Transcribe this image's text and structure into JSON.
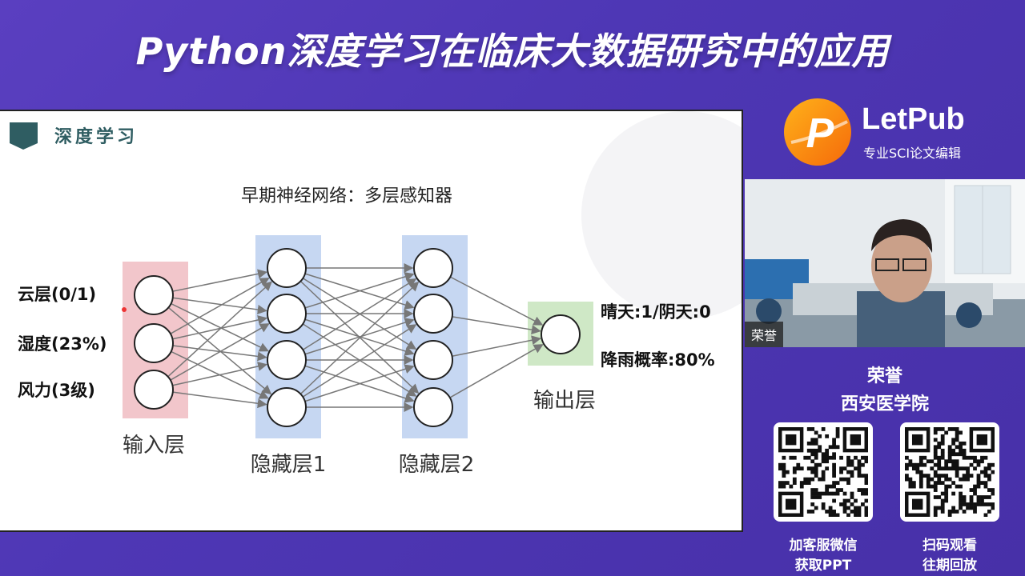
{
  "page": {
    "title": "Python深度学习在临床大数据研究中的应用"
  },
  "slide": {
    "section_title": "深度学习",
    "diagram_title": "早期神经网络：多层感知器",
    "features": [
      "云层(0/1)",
      "湿度(23%)",
      "风力(3级)"
    ],
    "layers": [
      "输入层",
      "隐藏层1",
      "隐藏层2",
      "输出层"
    ],
    "outputs": [
      "晴天:1/阴天:0",
      "降雨概率:80%"
    ],
    "colors": {
      "input_layer": "#f2c6cb",
      "hidden_layer": "#c6d7f2",
      "output_layer": "#cfe8c6",
      "section_marker": "#2f5d62"
    }
  },
  "brand": {
    "name": "LetPub",
    "tagline": "专业SCI论文编辑",
    "logo_letter": "P"
  },
  "video": {
    "speaker_tag": "荣誉"
  },
  "speaker": {
    "name": "荣誉",
    "org": "西安医学院"
  },
  "qr": {
    "left_caption": [
      "加客服微信",
      "获取PPT"
    ],
    "right_caption": [
      "扫码观看",
      "往期回放"
    ]
  }
}
